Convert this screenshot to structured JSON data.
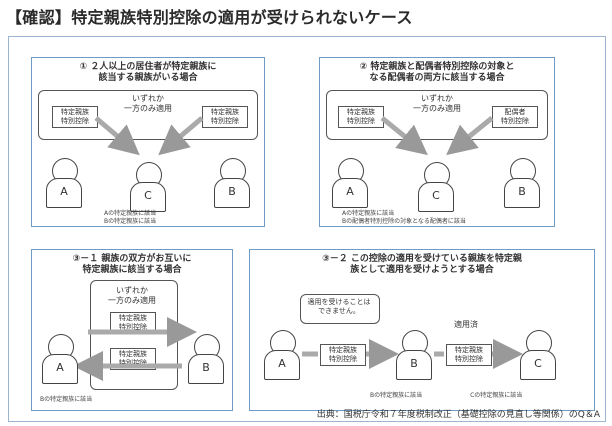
{
  "title": "【確認】特定親族特別控除の適用が受けられないケース",
  "panels": {
    "p1": {
      "title": "① ２人以上の居住者が特定親族に\n該当する親族がいる場合",
      "hint": "いずれか\n一方のみ適用",
      "tag_left": "特定親族\n特別控除",
      "tag_right": "特定親族\n特別控除",
      "persons": [
        "A",
        "C",
        "B"
      ],
      "note": "Aの特定親族に該当\nBの特定親族に該当"
    },
    "p2": {
      "title": "② 特定親族と配偶者特別控除の対象と\nなる配偶者の両方に該当する場合",
      "hint": "いずれか\n一方のみ適用",
      "tag_left": "特定親族\n特別控除",
      "tag_right": "配偶者\n特別控除",
      "persons": [
        "A",
        "C",
        "B"
      ],
      "note": "Aの特定親族に該当\nBの配偶者特別控除の対象となる配偶者に該当"
    },
    "p3": {
      "title": "③－１ 親族の双方がお互いに\n特定親族に該当する場合",
      "hint": "いずれか\n一方のみ適用",
      "tag_top": "特定親族\n特別控除",
      "tag_bottom": "特定親族\n特別控除",
      "persons": [
        "A",
        "B"
      ],
      "note": "Bの特定親族に該当"
    },
    "p4": {
      "title": "③－２ この控除の適用を受けている親族を特定親\n族として適用を受けようとする場合",
      "msg": "適用を受けることは\nできません。",
      "applied": "適用済",
      "tag_left": "特定親族\n特別控除",
      "tag_right": "特定親族\n特別控除",
      "persons": [
        "A",
        "B",
        "C"
      ],
      "note": "Bの特定親族に該当　　　　　　　　Cの特定親族に該当"
    }
  },
  "source": "出典：国税庁令和７年度税制改正（基礎控除の見直し等関係）のQ＆A"
}
